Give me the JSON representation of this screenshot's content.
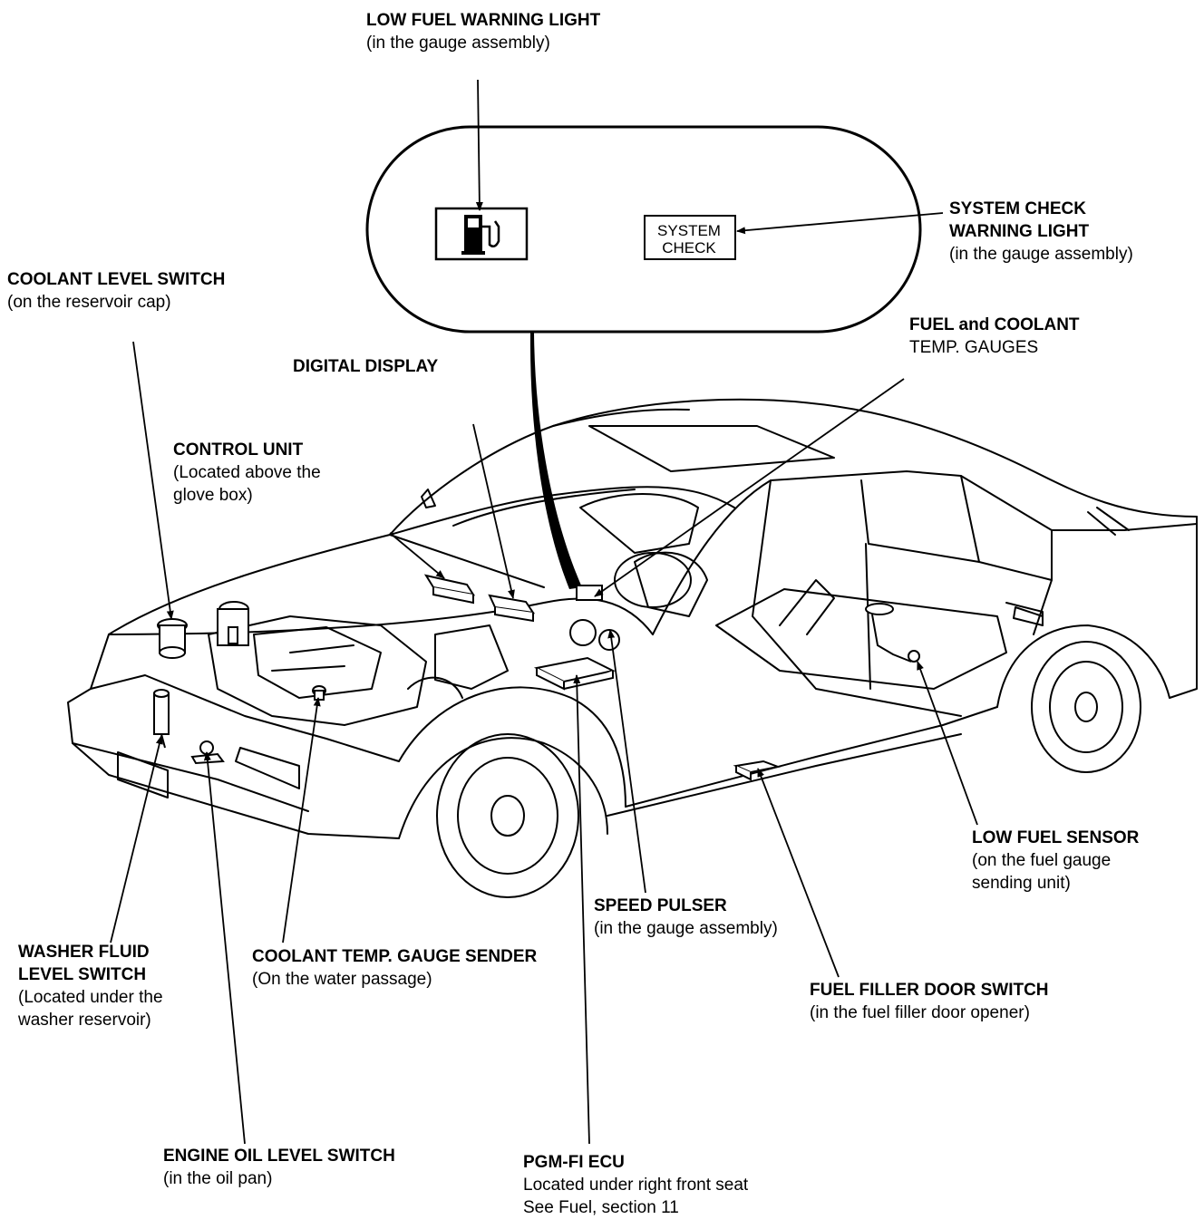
{
  "labels": {
    "low_fuel_warning_light": {
      "title": "LOW FUEL WARNING LIGHT",
      "desc": [
        "(in the gauge assembly)"
      ]
    },
    "system_check_warning_light": {
      "title": [
        "SYSTEM CHECK",
        "WARNING LIGHT"
      ],
      "desc": [
        "(in the gauge assembly)"
      ]
    },
    "coolant_level_switch": {
      "title": "COOLANT LEVEL SWITCH",
      "desc": [
        "(on the reservoir cap)"
      ]
    },
    "fuel_coolant_gauges": {
      "title": "FUEL and COOLANT",
      "desc": [
        "TEMP. GAUGES"
      ]
    },
    "digital_display": {
      "title": "DIGITAL DISPLAY",
      "desc": []
    },
    "control_unit": {
      "title": "CONTROL UNIT",
      "desc": [
        "(Located above the",
        "glove box)"
      ]
    },
    "low_fuel_sensor": {
      "title": "LOW FUEL SENSOR",
      "desc": [
        "(on the fuel gauge",
        "sending unit)"
      ]
    },
    "speed_pulser": {
      "title": "SPEED PULSER",
      "desc": [
        "(in the gauge assembly)"
      ]
    },
    "washer_fluid_level_switch": {
      "title": [
        "WASHER FLUID",
        "LEVEL SWITCH"
      ],
      "desc": [
        "(Located under the",
        "washer reservoir)"
      ]
    },
    "coolant_temp_gauge_sender": {
      "title": "COOLANT TEMP. GAUGE SENDER",
      "desc": [
        "(On the water passage)"
      ]
    },
    "fuel_filler_door_switch": {
      "title": "FUEL FILLER DOOR SWITCH",
      "desc": [
        "(in the fuel filler door opener)"
      ]
    },
    "engine_oil_level_switch": {
      "title": "ENGINE OIL LEVEL SWITCH",
      "desc": [
        "(in the oil pan)"
      ]
    },
    "pgm_fi_ecu": {
      "title": "PGM-FI ECU",
      "desc": [
        "Located under right front seat",
        "See Fuel, section 11"
      ]
    }
  },
  "gauge_callout": {
    "system_check_lamp": [
      "SYSTEM",
      "CHECK"
    ]
  },
  "icons": {
    "fuel_pump": "fuel-pump-icon"
  },
  "colors": {
    "ink": "#000000",
    "paper": "#ffffff"
  }
}
